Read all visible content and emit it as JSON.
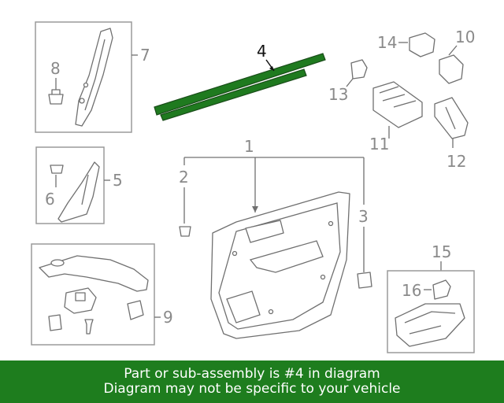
{
  "callouts": {
    "c1": "1",
    "c2": "2",
    "c3": "3",
    "c4": "4",
    "c5": "5",
    "c6": "6",
    "c7": "7",
    "c8": "8",
    "c9": "9",
    "c10": "10",
    "c11": "11",
    "c12": "12",
    "c13": "13",
    "c14": "14",
    "c15": "15",
    "c16": "16"
  },
  "highlight_part": "4",
  "colors": {
    "highlight_fill": "#1f7a1f",
    "banner_bg": "#1e7d1e",
    "banner_text": "#ffffff",
    "line_art": "#707070",
    "callout_text": "#8a8a8a"
  },
  "banner": {
    "line1": "Part or sub-assembly is #4 in diagram",
    "line2": "Diagram may not be specific to your vehicle"
  }
}
